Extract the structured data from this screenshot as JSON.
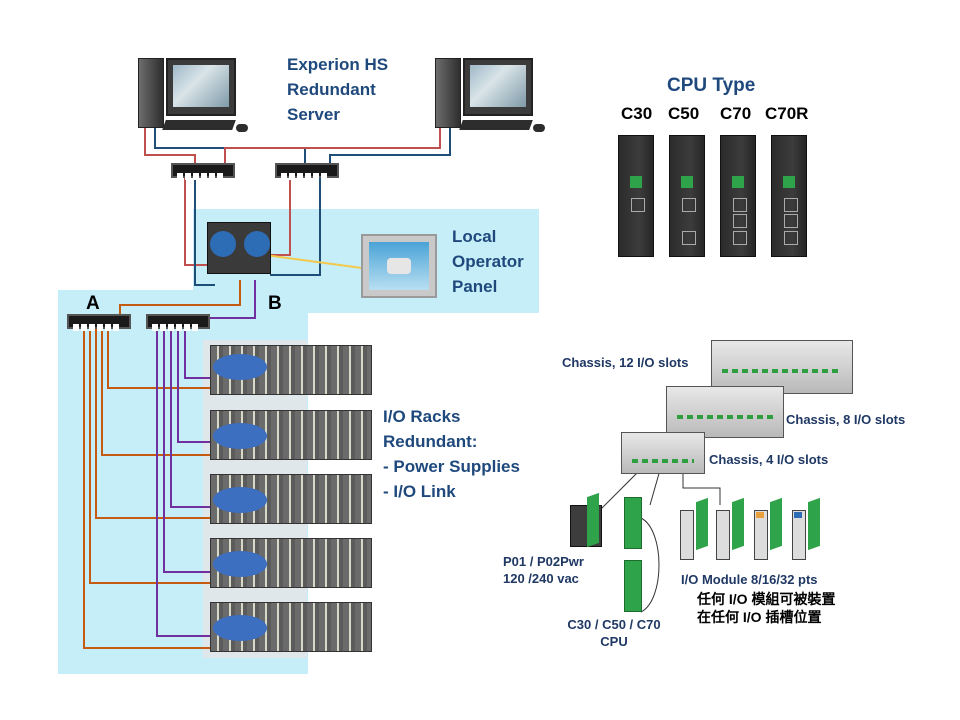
{
  "server_label": [
    "Experion HS",
    "Redundant",
    "Server"
  ],
  "cpu_type": {
    "title": "CPU Type",
    "models": [
      "C30",
      "C50",
      "C70",
      "C70R"
    ]
  },
  "operator_panel_label": [
    "Local",
    "Operator",
    "Panel"
  ],
  "network": {
    "a": "A",
    "b": "B"
  },
  "io_racks_label": [
    "I/O Racks",
    "Redundant:",
    "- Power Supplies",
    "- I/O Link"
  ],
  "chassis": {
    "c12": "Chassis, 12 I/O slots",
    "c8": "Chassis, 8 I/O slots",
    "c4": "Chassis, 4 I/O slots"
  },
  "power_module": [
    "P01 / P02Pwr",
    "120 /240 vac"
  ],
  "cpu_module": [
    "C30 / C50 / C70",
    "CPU"
  ],
  "io_module": "I/O Module 8/16/32 pts",
  "io_note": [
    "任何 I/O 模組可被裝置",
    "在任何 I/O 插槽位置"
  ],
  "colors": {
    "red_link": "#c0504d",
    "blue_link": "#1f4e79",
    "purple_link": "#7030a0",
    "orange_link": "#c55a11",
    "green": "#2e9e3e",
    "panel_bg": "#c6eef8"
  }
}
